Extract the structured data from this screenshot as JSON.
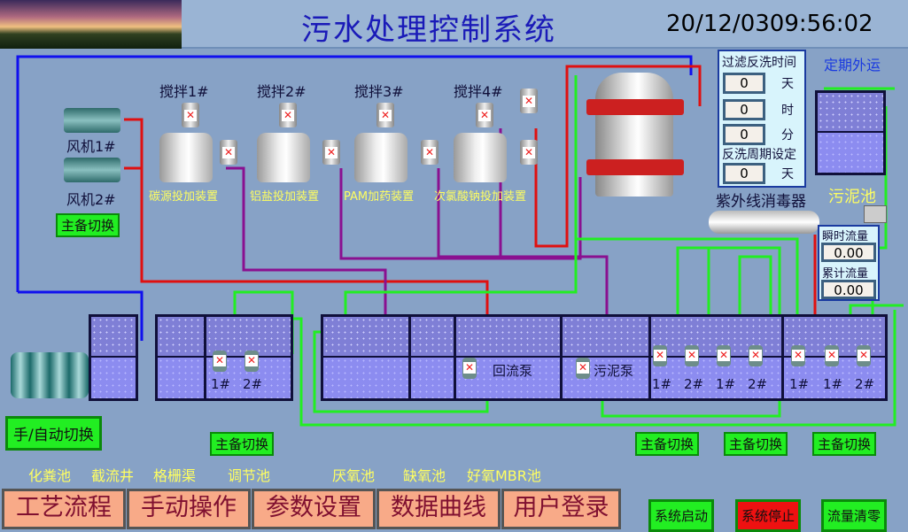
{
  "header": {
    "title": "污水处理控制系统",
    "datetime": "20/12/0309:56:02"
  },
  "equipment": {
    "blower1": "风机1#",
    "blower2": "风机2#",
    "mixers": [
      "搅拌1#",
      "搅拌2#",
      "搅拌3#",
      "搅拌4#"
    ],
    "dosing": [
      "碳源投加装置",
      "铝盐投加装置",
      "PAM加药装置",
      "次氯酸钠投加装置"
    ],
    "uv": "紫外线消毒器",
    "sludge_tank": "污泥池",
    "periodic_out": "定期外运",
    "return_pump": "回流泵",
    "sludge_pump": "污泥泵"
  },
  "pump_labels": {
    "adjust": [
      "1#",
      "2#"
    ],
    "mbr": [
      "1#",
      "2#",
      "1#",
      "2#"
    ],
    "right": [
      "1#",
      "1#",
      "2#"
    ]
  },
  "backwash": {
    "title": "过滤反洗时间",
    "day": "0",
    "day_unit": "天",
    "hour": "0",
    "hour_unit": "时",
    "min": "0",
    "min_unit": "分",
    "cycle_title": "反洗周期设定",
    "cycle": "0",
    "cycle_unit": "天"
  },
  "flow": {
    "instant_label": "瞬时流量",
    "instant": "0.00",
    "total_label": "累计流量",
    "total": "0.00"
  },
  "buttons": {
    "switch1": "主备切换",
    "switch2": "主备切换",
    "switch3": "主备切换",
    "switch4": "主备切换",
    "switch5": "主备切换",
    "manual_auto": "手/自动切换",
    "start": "系统启动",
    "stop": "系统停止",
    "flow_clear": "流量清零"
  },
  "tanks": [
    "化粪池",
    "截流井",
    "格栅渠",
    "调节池",
    "厌氧池",
    "缺氧池",
    "好氧MBR池"
  ],
  "nav": [
    "工艺流程",
    "手动操作",
    "参数设置",
    "数据曲线",
    "用户登录"
  ],
  "colors": {
    "background": "#87a2c6",
    "button_green": "#22ee22",
    "stop_red": "#ee1111",
    "nav": "#f8aa88"
  }
}
